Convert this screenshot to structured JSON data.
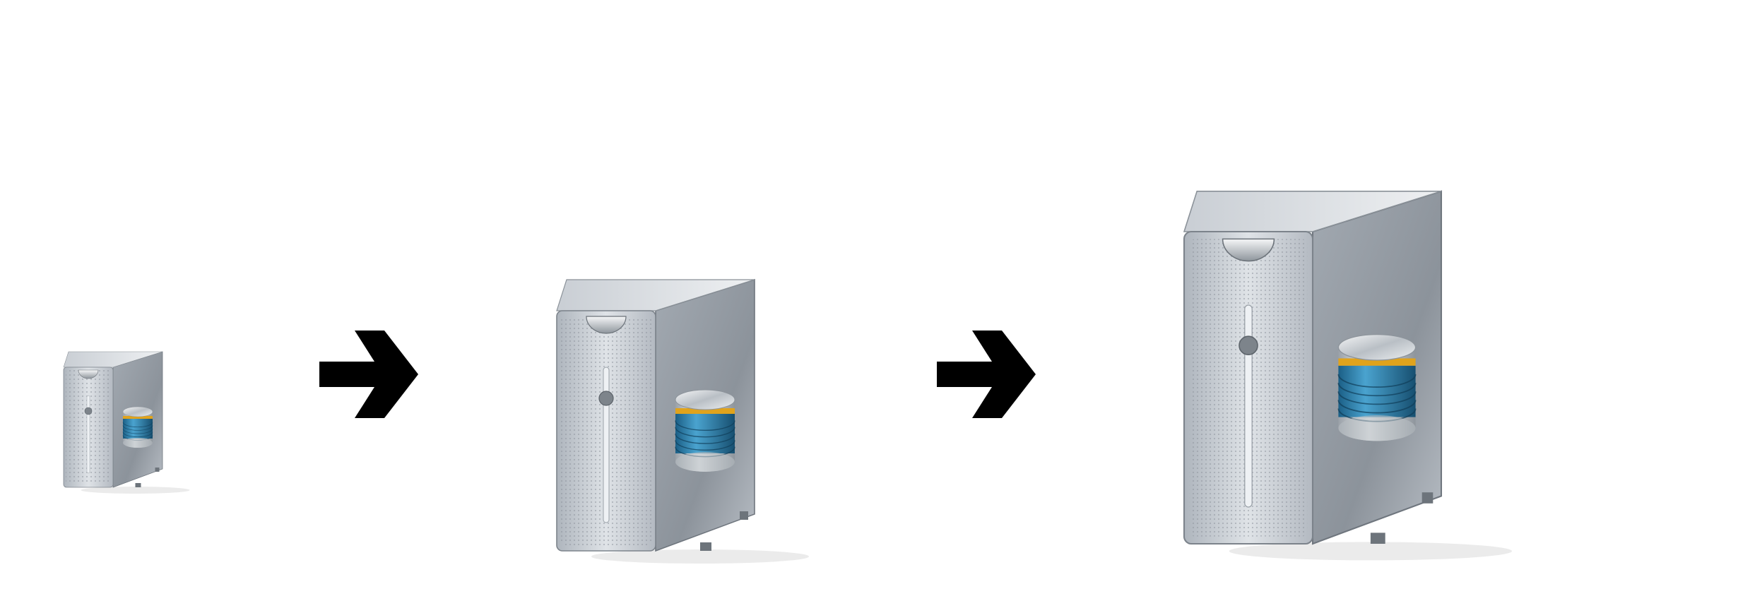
{
  "diagram": {
    "stages": [
      {
        "icon": "database-server-icon",
        "scale": 1.0
      },
      {
        "icon": "database-server-icon",
        "scale": 2.0
      },
      {
        "icon": "database-server-icon",
        "scale": 2.6
      }
    ],
    "connectors": [
      {
        "icon": "arrow-right-icon",
        "from": 0,
        "to": 1
      },
      {
        "icon": "arrow-right-icon",
        "from": 1,
        "to": 2
      }
    ],
    "colors": {
      "background": "#ffffff",
      "case_front": "#b8bec6",
      "case_side": "#8f969e",
      "case_top": "#dfe3e7",
      "disk_blue": "#1f6f9c",
      "disk_gold": "#e0a31c",
      "disk_silver": "#d9dde1",
      "arrow": "#000000"
    }
  }
}
